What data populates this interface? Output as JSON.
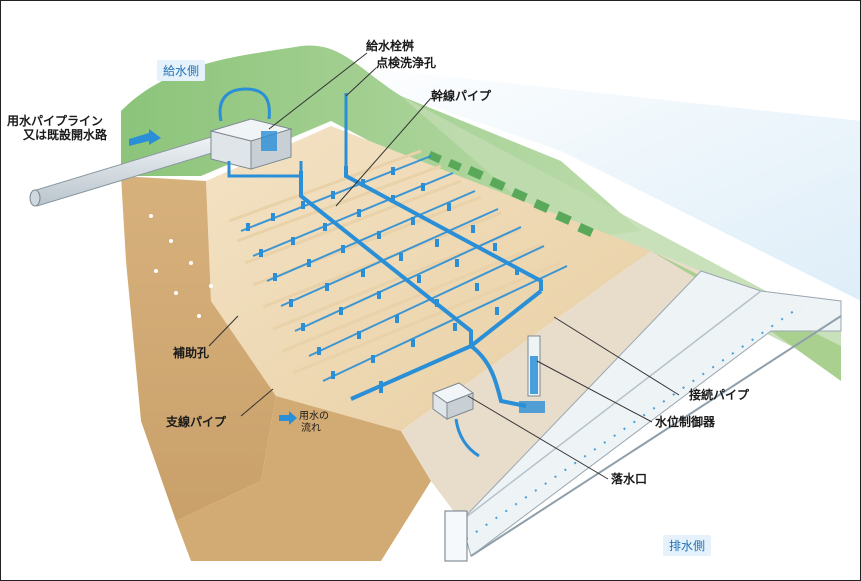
{
  "diagram": {
    "side_labels": {
      "supply": "給水側",
      "drain": "排水側"
    },
    "labels": {
      "supply_valve": "給水栓桝",
      "inspection_hole": "点検洗浄孔",
      "main_pipe": "幹線パイプ",
      "pipeline_line1": "用水パイプライン",
      "pipeline_line2": "又は既設開水路",
      "aux_hole": "補助孔",
      "branch_pipe": "支線パイプ",
      "connection_pipe": "接続パイプ",
      "water_controller": "水位制御器",
      "outlet": "落水口"
    },
    "flow_legend": {
      "line1": "用水の",
      "line2": "流れ"
    },
    "colors": {
      "water": "#2a8fd6",
      "soil": "#d9b98a",
      "grass": "#7cb86a",
      "concrete": "#e9eef2"
    }
  }
}
